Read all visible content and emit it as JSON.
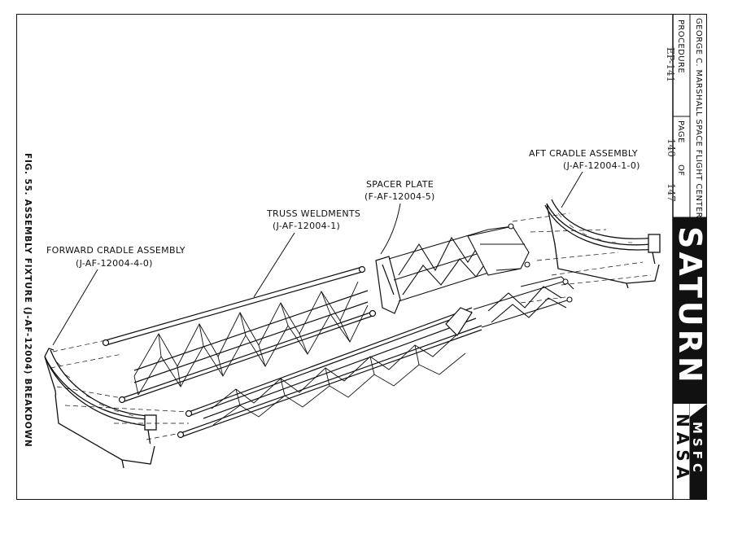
{
  "title_block": {
    "center_line": "GEORGE C. MARSHALL SPACE FLIGHT CENTER",
    "procedure_label": "PROCEDURE",
    "procedure_value": "EP-141",
    "page_label": "PAGE",
    "page_value": "140",
    "of_label": "OF",
    "of_value": "147",
    "program_logo": "SATURN",
    "org_upper": "MSFC",
    "org_lower": "NASA"
  },
  "caption": "FIG. 55. ASSEMBLY FIXTURE (J-AF-12004) BREAKDOWN",
  "callouts": [
    {
      "name": "AFT CRADLE ASSEMBLY",
      "part": "(J-AF-12004-1-0)"
    },
    {
      "name": "SPACER PLATE",
      "part": "(F-AF-12004-5)"
    },
    {
      "name": "TRUSS WELDMENTS",
      "part": "(J-AF-12004-1)"
    },
    {
      "name": "FORWARD CRADLE ASSEMBLY",
      "part": "(J-AF-12004-4-0)"
    }
  ]
}
